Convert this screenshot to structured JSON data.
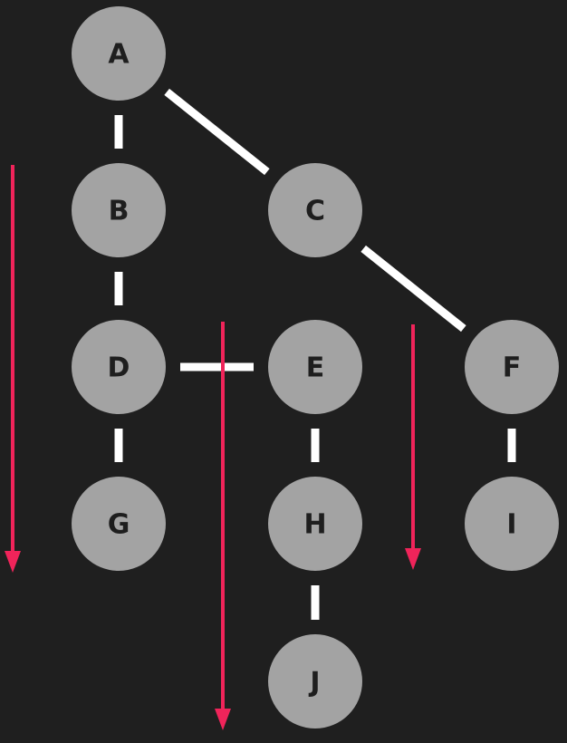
{
  "nodes": [
    {
      "id": "A",
      "label": "A"
    },
    {
      "id": "B",
      "label": "B"
    },
    {
      "id": "C",
      "label": "C"
    },
    {
      "id": "D",
      "label": "D"
    },
    {
      "id": "E",
      "label": "E"
    },
    {
      "id": "F",
      "label": "F"
    },
    {
      "id": "G",
      "label": "G"
    },
    {
      "id": "H",
      "label": "H"
    },
    {
      "id": "I",
      "label": "I"
    },
    {
      "id": "J",
      "label": "J"
    }
  ],
  "edges": [
    {
      "from": "A",
      "to": "B"
    },
    {
      "from": "A",
      "to": "C"
    },
    {
      "from": "B",
      "to": "D"
    },
    {
      "from": "C",
      "to": "F"
    },
    {
      "from": "D",
      "to": "E"
    },
    {
      "from": "D",
      "to": "G"
    },
    {
      "from": "E",
      "to": "H"
    },
    {
      "from": "F",
      "to": "I"
    },
    {
      "from": "H",
      "to": "J"
    }
  ],
  "arrows": [
    {
      "id": "left",
      "direction": "down"
    },
    {
      "id": "middle",
      "direction": "down"
    },
    {
      "id": "right",
      "direction": "down"
    }
  ],
  "colors": {
    "background": "#1f1f1f",
    "node_fill": "#a3a3a3",
    "node_label": "#1e1e1e",
    "edge": "#ffffff",
    "arrow": "#f0245a"
  }
}
